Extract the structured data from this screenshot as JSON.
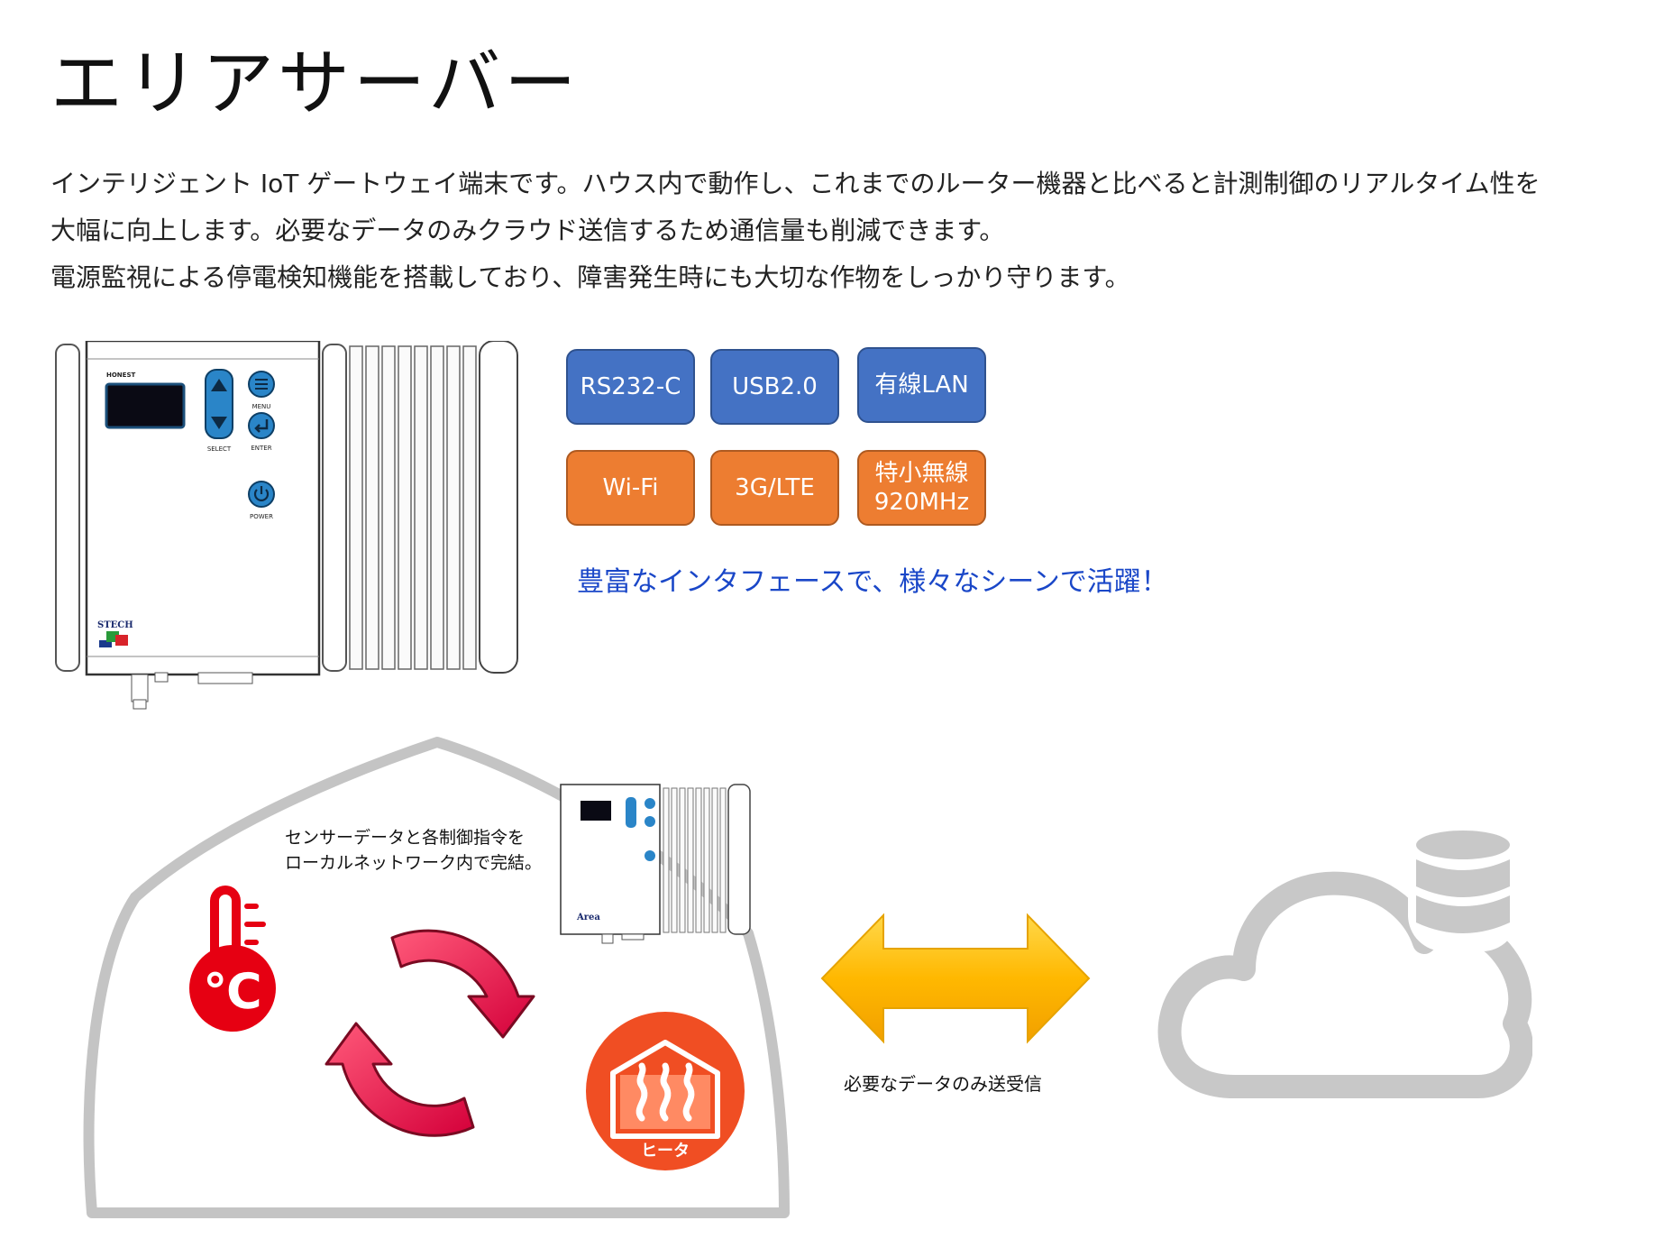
{
  "title": "エリアサーバー",
  "description": [
    "インテリジェント IoT ゲートウェイ端末です。ハウス内で動作し、これまでのルーター機器と比べると計測制御のリアルタイム性を",
    "大幅に向上します。必要なデータのみクラウド送信するため通信量も削減できます。",
    "電源監視による停電検知機能を搭載しており、障害発生時にも大切な作物をしっかり守ります。"
  ],
  "wired_interfaces": [
    "RS232-C",
    "USB2.0",
    "有線LAN"
  ],
  "wireless_interfaces": [
    "Wi-Fi",
    "3G/LTE",
    "特小無線\n920MHz"
  ],
  "tagline": "豊富なインタフェースで、様々なシーンで活躍！",
  "device_panel": {
    "brand_top": "HONEST",
    "select_label": "SELECT",
    "menu_label": "MENU",
    "enter_label": "ENTER",
    "power_label": "POWER",
    "logo_text": "STECH"
  },
  "diagram": {
    "local_caption_line1": "センサーデータと各制御指令を",
    "local_caption_line2": "ローカルネットワーク内で完結。",
    "heater_label": "ヒータ",
    "thermo_unit": "℃",
    "device_logo": "Area",
    "transfer_caption": "必要なデータのみ送受信"
  },
  "colors": {
    "blue_chip": "#4472c4",
    "orange_chip": "#ed7d31",
    "tagline": "#1a47c8",
    "thermometer": "#e60012",
    "heater": "#f04e23",
    "cycle_arrow": "#e8174a",
    "transfer_arrow": "#f5b800",
    "cloud": "#c8c8c8"
  }
}
